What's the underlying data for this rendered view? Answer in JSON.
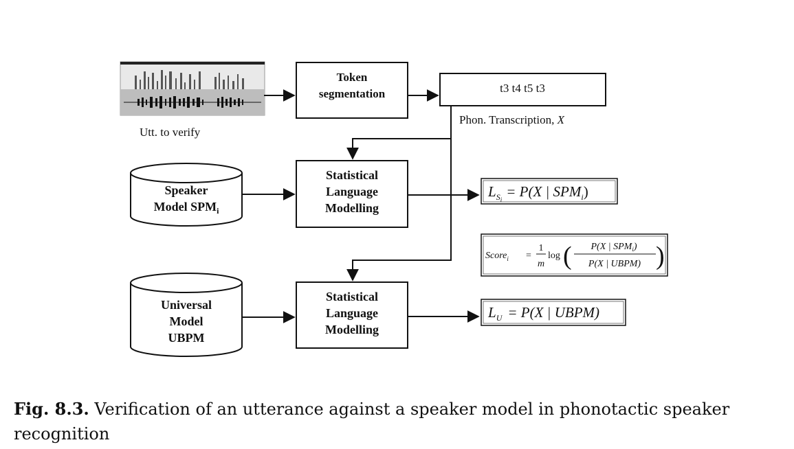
{
  "diagram": {
    "utterance_label": "Utt. to verify",
    "token_box": {
      "line1": "Token",
      "line2": "segmentation"
    },
    "token_output": "t3 t4 t5 t3",
    "phon_label_prefix": "Phon. Transcription, ",
    "phon_label_var": "X",
    "speaker_db": {
      "line1": "Speaker",
      "line2_main": "Model SPM",
      "line2_sub": "i"
    },
    "universal_db": {
      "line1": "Universal",
      "line2": "Model",
      "line3": "UBPM"
    },
    "slm_box": {
      "line1": "Statistical",
      "line2": "Language",
      "line3": "Modelling"
    },
    "formula_speaker": {
      "lhs_main": "L",
      "lhs_sub": "S",
      "lhs_subsub": "i",
      "rhs_main": "= P(X | SPM",
      "rhs_sub": "i",
      "rhs_close": ")"
    },
    "formula_score": {
      "lhs_main": "Score",
      "lhs_sub": "i",
      "eq": "=",
      "frac_num": "1",
      "frac_den": "m",
      "log": "log",
      "inner_num_main": "P(X | SPM",
      "inner_num_sub": "i",
      "inner_num_close": ")",
      "inner_den": "P(X | UBPM)"
    },
    "formula_universal": {
      "lhs_main": "L",
      "lhs_sub": "U",
      "rhs": "= P(X | UBPM)"
    }
  },
  "caption": {
    "label": "Fig. 8.3.",
    "text": " Verification of an utterance against a speaker model in phonotactic speaker recognition"
  }
}
